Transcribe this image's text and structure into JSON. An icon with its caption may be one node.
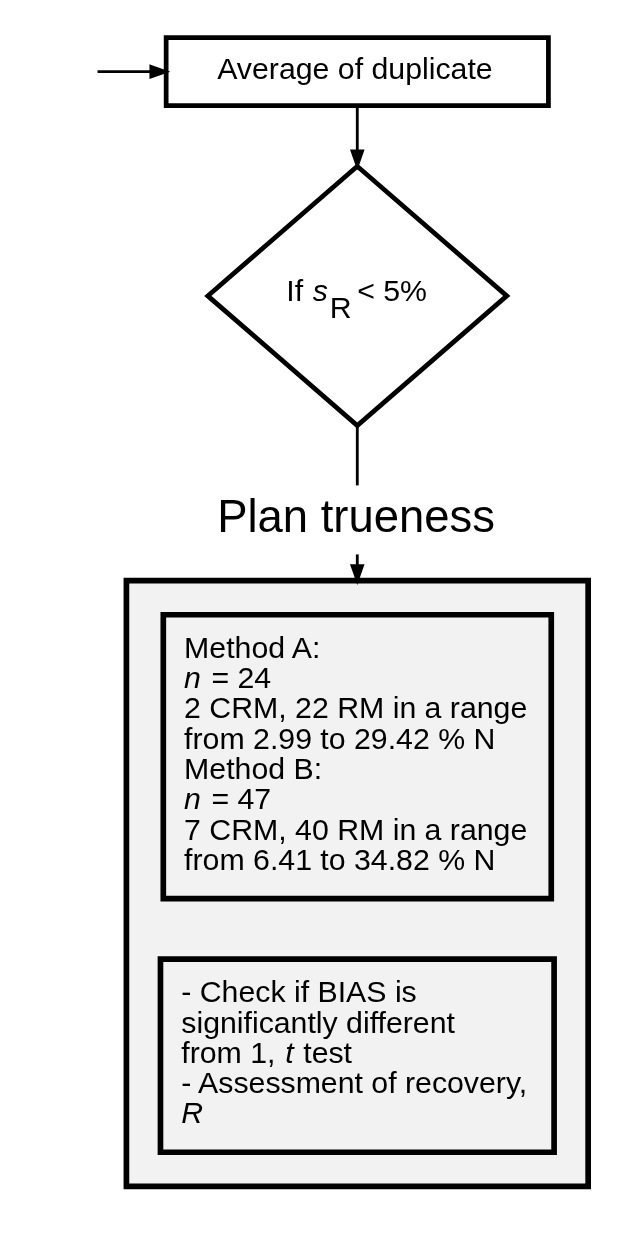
{
  "diagram": {
    "nodes": [
      {
        "text": [
          "Average of duplicate"
        ]
      },
      {
        "text": [
          "If *s*$_{R}$ < 5%"
        ]
      },
      {
        "text": [
          "Plan trueness"
        ]
      },
      {
        "text": [],
        "shape": "box"
      },
      {
        "text": [
          "Method A:",
          "*n* = 24",
          "2 CRM, 22 RM in a range from 2.99 to 29.42 % N",
          "Method B:",
          "*n* = 47",
          "7 CRM, 40 RM in a range from 6.41 to 34.82 % N"
        ],
        "in": 3
      },
      {
        "text": [
          "- Check if BIAS is significantly different from 1, *t* test",
          "- Assessment of recovery, *R*"
        ],
        "in": 3
      }
    ],
    "edges": [
      {
        "from": null,
        "to": 0,
        "arrow": "to"
      },
      {
        "from": 0,
        "to": 1,
        "arrow": "to"
      },
      {
        "from": 1,
        "to": 2,
        "arrow": "none"
      },
      {
        "from": 2,
        "to": 3,
        "arrow": "to"
      }
    ]
  }
}
